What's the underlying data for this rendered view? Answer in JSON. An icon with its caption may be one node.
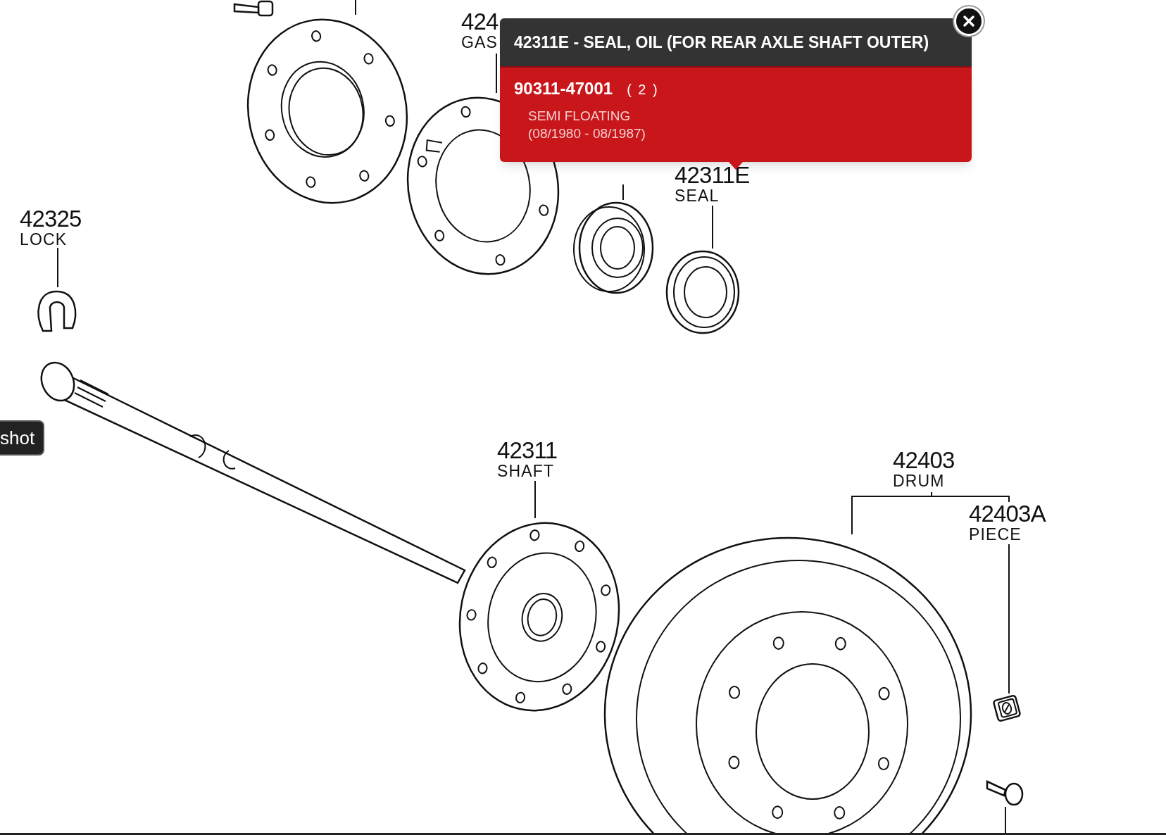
{
  "diagram": {
    "nodes": [
      {
        "text": [
          "424",
          "GAS"
        ]
      },
      {
        "text": [],
        "shape": "picture"
      },
      {
        "text": [],
        "shape": "picture"
      },
      {
        "text": [],
        "shape": "picture"
      },
      {
        "text": [
          "42311E - SEAL, OIL (FOR REAR AXLE SHAFT OUTER)",
          "90311-47001",
          "( 2 )",
          "SEMI FLOATING",
          "(08/1980 - 08/1987)"
        ]
      },
      {
        "text": [
          "42311E",
          "SEAL"
        ]
      },
      {
        "text": [],
        "shape": "picture"
      },
      {
        "text": [
          "42325",
          "LOCK"
        ]
      },
      {
        "text": [],
        "shape": "picture"
      },
      {
        "text": [],
        "shape": "picture"
      },
      {
        "text": [],
        "shape": "picture"
      },
      {
        "text": [
          "42311",
          "SHAFT"
        ]
      },
      {
        "text": [
          "42403",
          "DRUM"
        ]
      },
      {
        "text": [
          "42403A",
          "PIECE"
        ]
      },
      {
        "text": [],
        "shape": "picture"
      },
      {
        "text": [],
        "shape": "picture"
      },
      {
        "text": [],
        "shape": "picture"
      }
    ],
    "edges": [
      {
        "from": null,
        "to": 1,
        "arrow": "none"
      },
      {
        "from": 0,
        "to": 3,
        "arrow": "none"
      },
      {
        "from": null,
        "to": 6,
        "arrow": "none"
      },
      {
        "from": 5,
        "to": 9,
        "arrow": "none"
      },
      {
        "from": 7,
        "to": 8,
        "arrow": "none"
      },
      {
        "from": 11,
        "to": 10,
        "arrow": "none"
      },
      {
        "from": 12,
        "to": 14,
        "arrow": "none"
      },
      {
        "from": 12,
        "to": 13,
        "arrow": "none"
      },
      {
        "from": 13,
        "to": 15,
        "arrow": "none"
      },
      {
        "from": 16,
        "to": null,
        "arrow": "none"
      }
    ],
    "labels": [
      "shot"
    ]
  }
}
